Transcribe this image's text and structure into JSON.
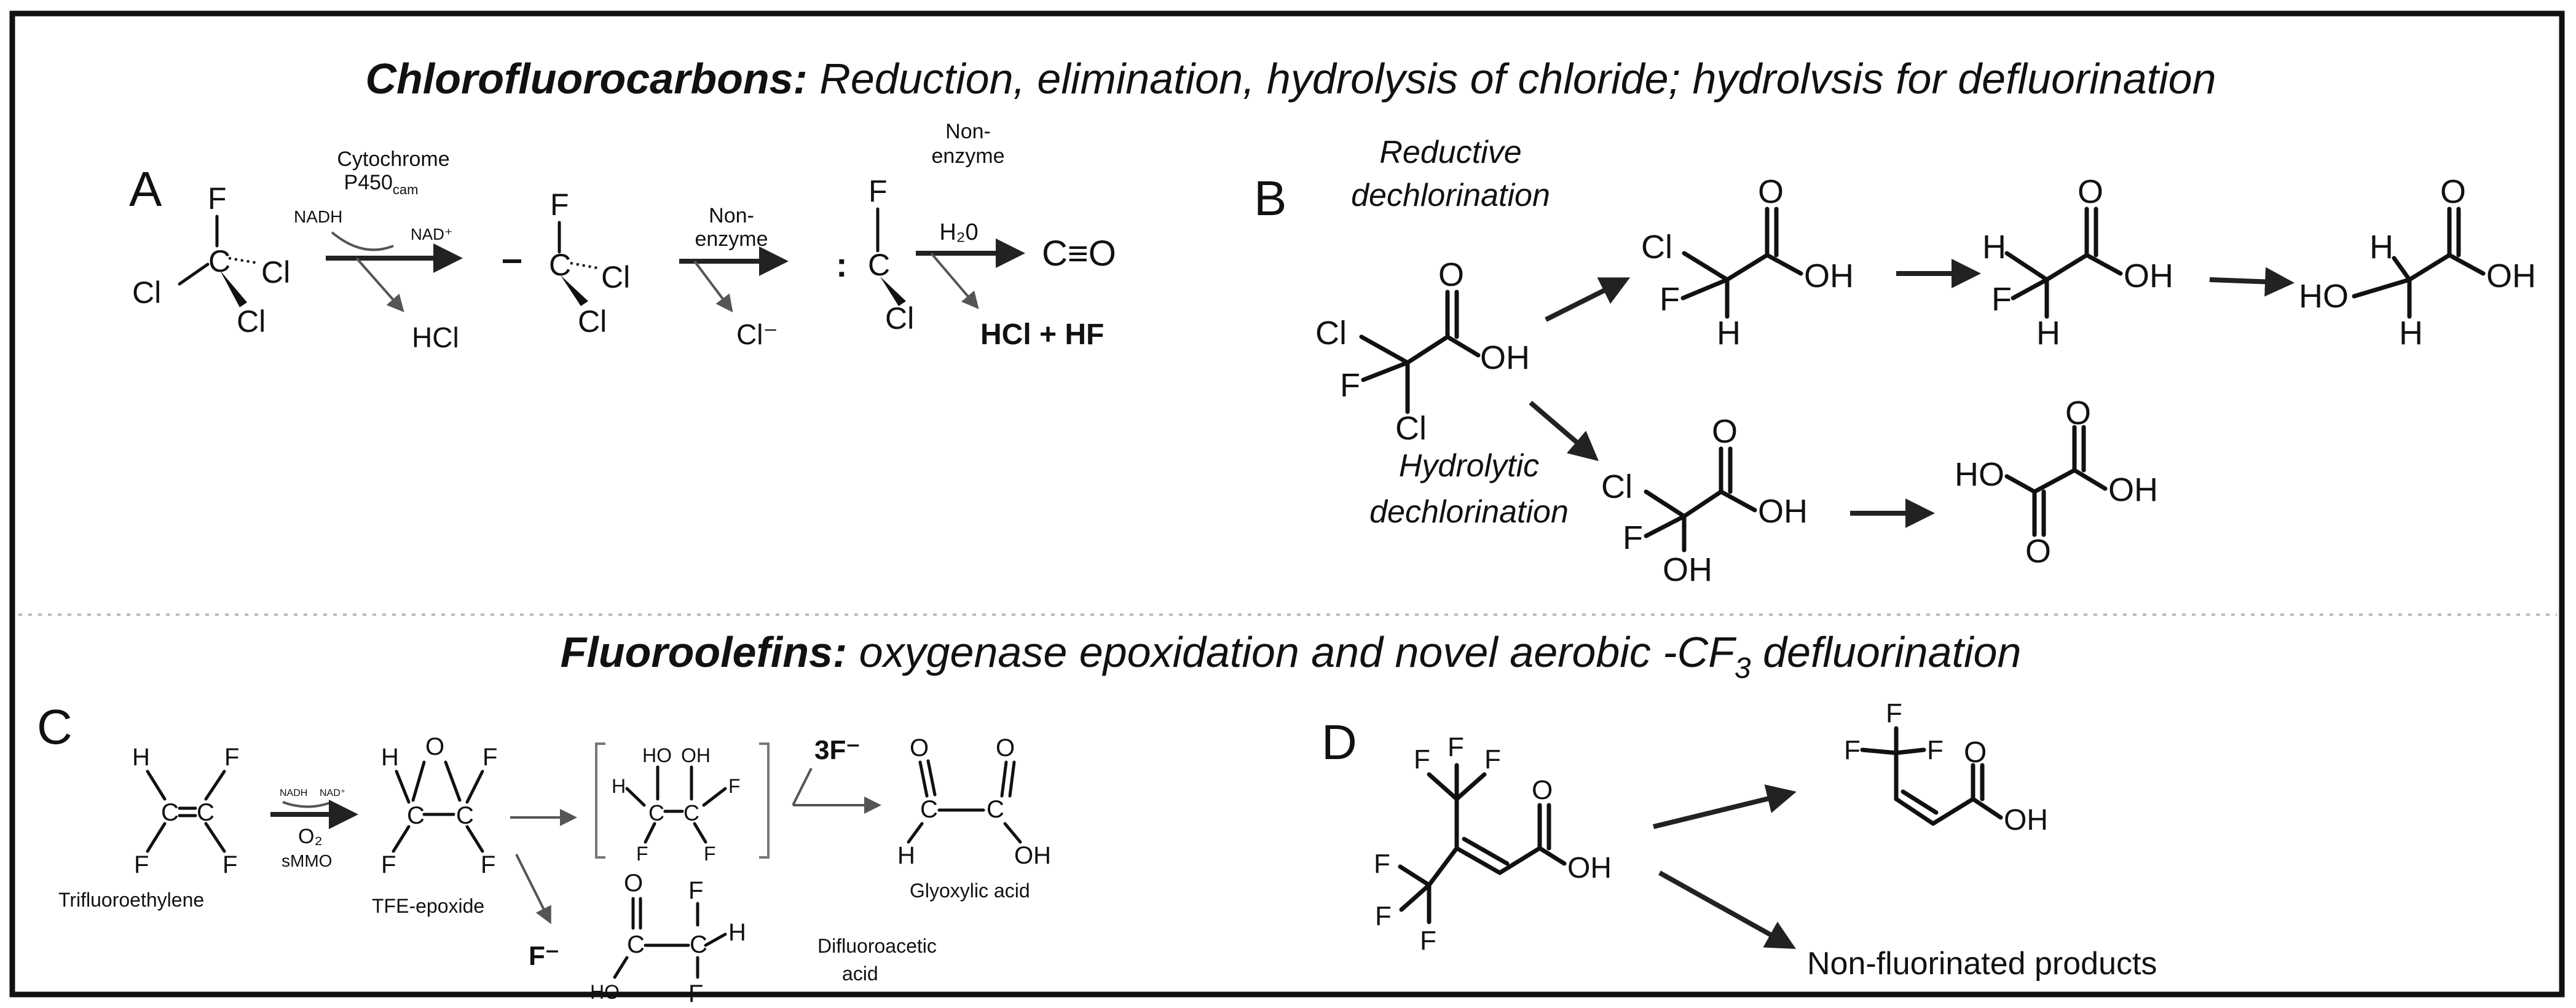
{
  "titles": {
    "top_bold": "Chlorofluorocarbons:",
    "top_rest": " Reduction, elimination, hydrolysis of chloride; hydrolvsis for defluorination",
    "bottom_bold": "Fluoroolefins:",
    "bottom_rest": " oxygenase epoxidation and novel aerobic -CF",
    "bottom_sub": "3",
    "bottom_end": " defluorination"
  },
  "panels": {
    "A": "A",
    "B": "B",
    "C": "C",
    "D": "D"
  },
  "panel_a": {
    "enzyme1": "Cytochrome",
    "enzyme2": "P450",
    "enzyme2_sub": "cam",
    "nadh": "NADH",
    "nad": "NAD⁺",
    "hcl": "HCl",
    "nonenzyme1a": "Non-",
    "nonenzyme1b": "enzyme",
    "cl_minus": "Cl⁻",
    "nonenzyme2a": "Non-",
    "nonenzyme2b": "enzyme",
    "water": "H₂0",
    "product": "C≡O",
    "products2": "HCl + HF"
  },
  "panel_b": {
    "reductive1": "Reductive",
    "reductive2": "dechlorination",
    "hydrolytic1": "Hydrolytic",
    "hydrolytic2": "dechlorination"
  },
  "panel_c": {
    "trifluoroethylene": "Trifluoroethylene",
    "nadh": "NADH",
    "nad": "NAD⁺",
    "o2": "O₂",
    "smmo": "sMMO",
    "tfe_epoxide": "TFE-epoxide",
    "three_f": "3F⁻",
    "f_minus": "F⁻",
    "glyoxylic": "Glyoxylic acid",
    "difluoroacetic1": "Difluoroacetic",
    "difluoroacetic2": "acid"
  },
  "panel_d": {
    "nonfluorinated": "Non-fluorinated products"
  },
  "atoms": {
    "F": "F",
    "Cl": "Cl",
    "C": "C",
    "O": "O",
    "OH": "OH",
    "HO": "HO",
    "H": "H"
  }
}
